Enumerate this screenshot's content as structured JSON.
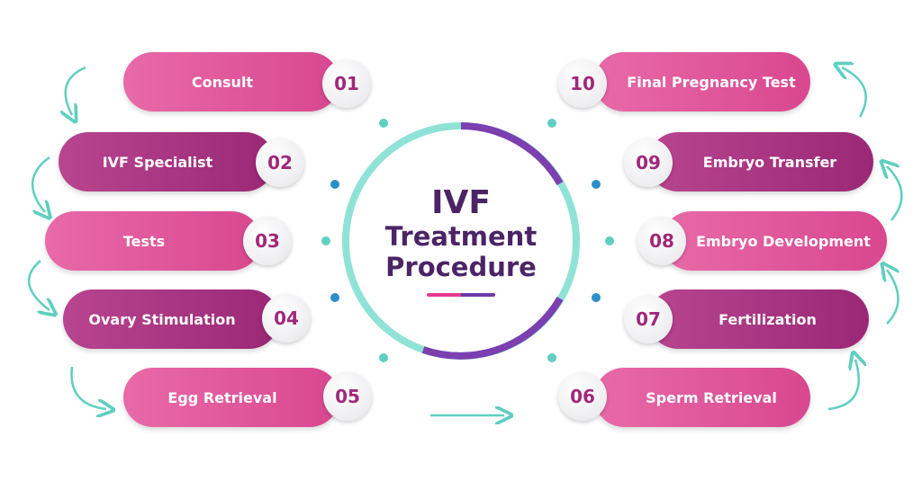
{
  "title": {
    "line1": "IVF",
    "line2": "Treatment",
    "line3": "Procedure"
  },
  "steps": [
    {
      "num": "01",
      "label": "Consult"
    },
    {
      "num": "02",
      "label": "IVF Specialist"
    },
    {
      "num": "03",
      "label": "Tests"
    },
    {
      "num": "04",
      "label": "Ovary Stimulation"
    },
    {
      "num": "05",
      "label": "Egg Retrieval"
    },
    {
      "num": "06",
      "label": "Sperm Retrieval"
    },
    {
      "num": "07",
      "label": "Fertilization"
    },
    {
      "num": "08",
      "label": "Embryo Development"
    },
    {
      "num": "09",
      "label": "Embryo Transfer"
    },
    {
      "num": "10",
      "label": "Final Pregnancy Test"
    }
  ],
  "colors": {
    "pink": "#e05fa0",
    "magenta": "#a83483",
    "teal": "#5fcfc0",
    "purple": "#4b2466"
  }
}
